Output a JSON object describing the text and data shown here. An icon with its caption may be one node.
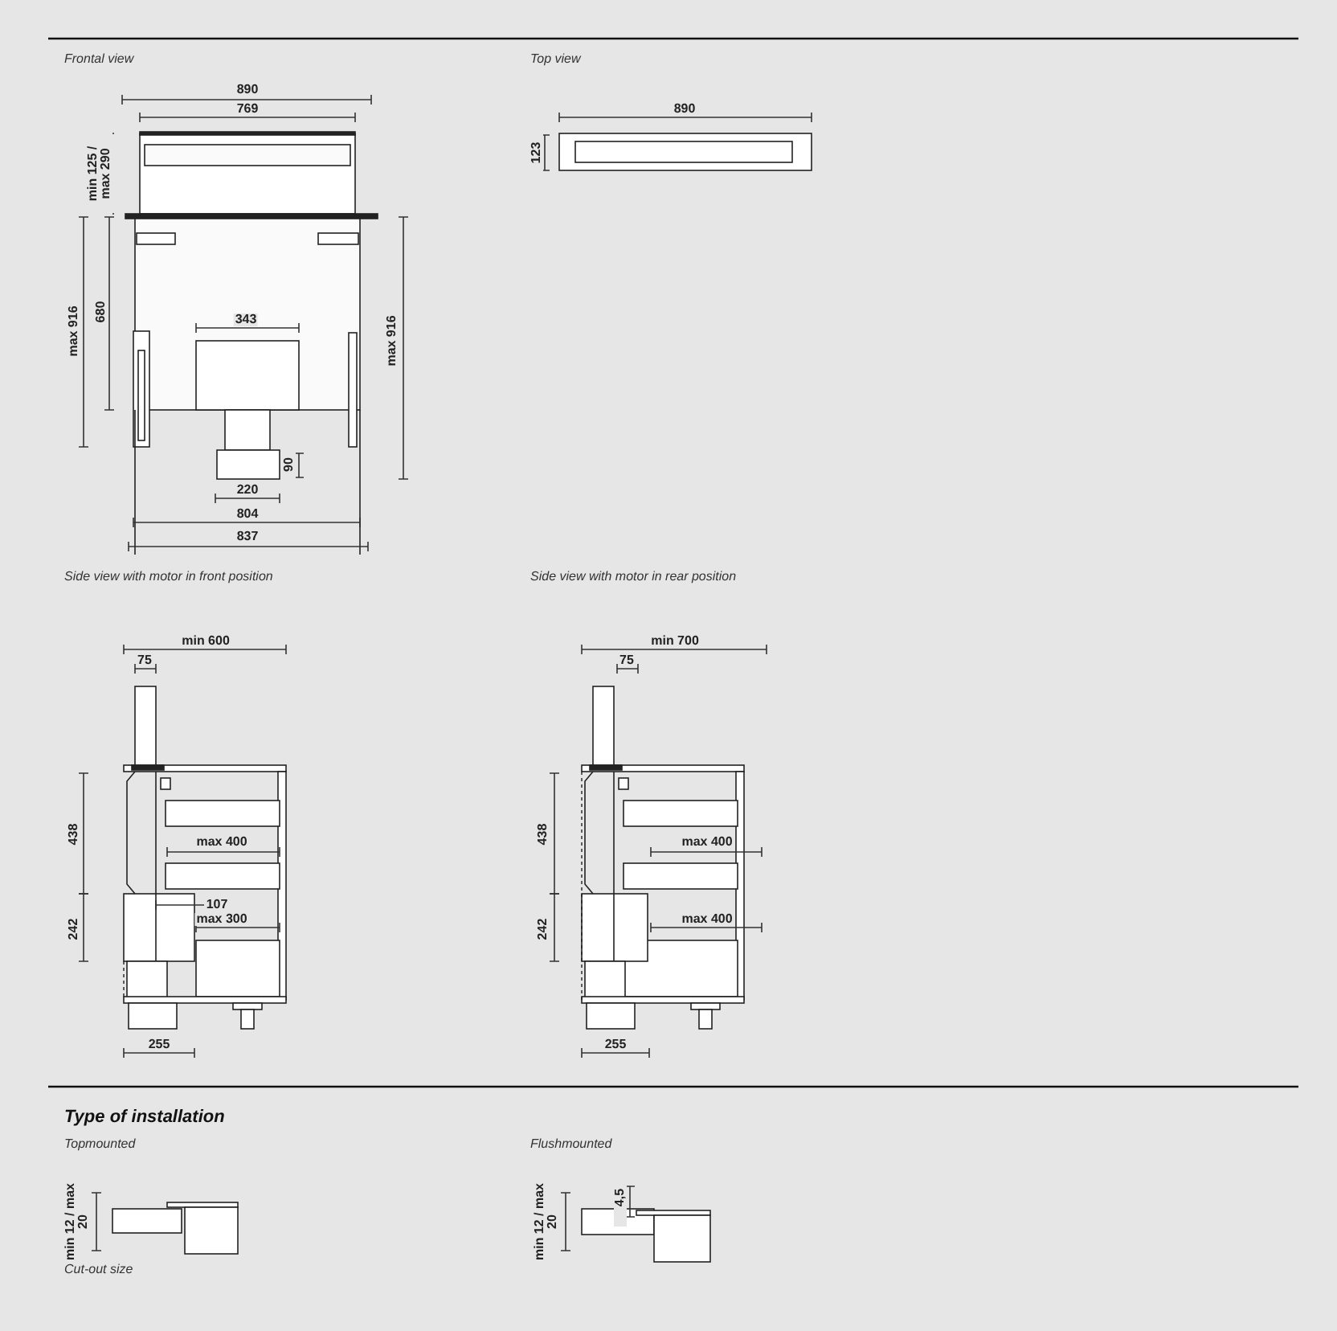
{
  "diagram": {
    "labels": [
      "Frontal view",
      "Top view",
      "890",
      "769",
      "min 125 / max 290",
      "890",
      "123",
      "max 916",
      "680",
      "343",
      "max 916",
      "90",
      "220",
      "804",
      "837",
      "Side view with motor in front position",
      "Side view with motor in rear position",
      "min 600",
      "75",
      "438",
      "max 400",
      "107",
      "242",
      "max 300",
      "255",
      "min 700",
      "75",
      "438",
      "max 400",
      "242",
      "max 400",
      "255",
      "Type of installation",
      "Topmounted",
      "Flushmounted",
      "min 12 / max 20",
      "min 12 / max 20",
      "4,5",
      "Cut-out size"
    ]
  }
}
